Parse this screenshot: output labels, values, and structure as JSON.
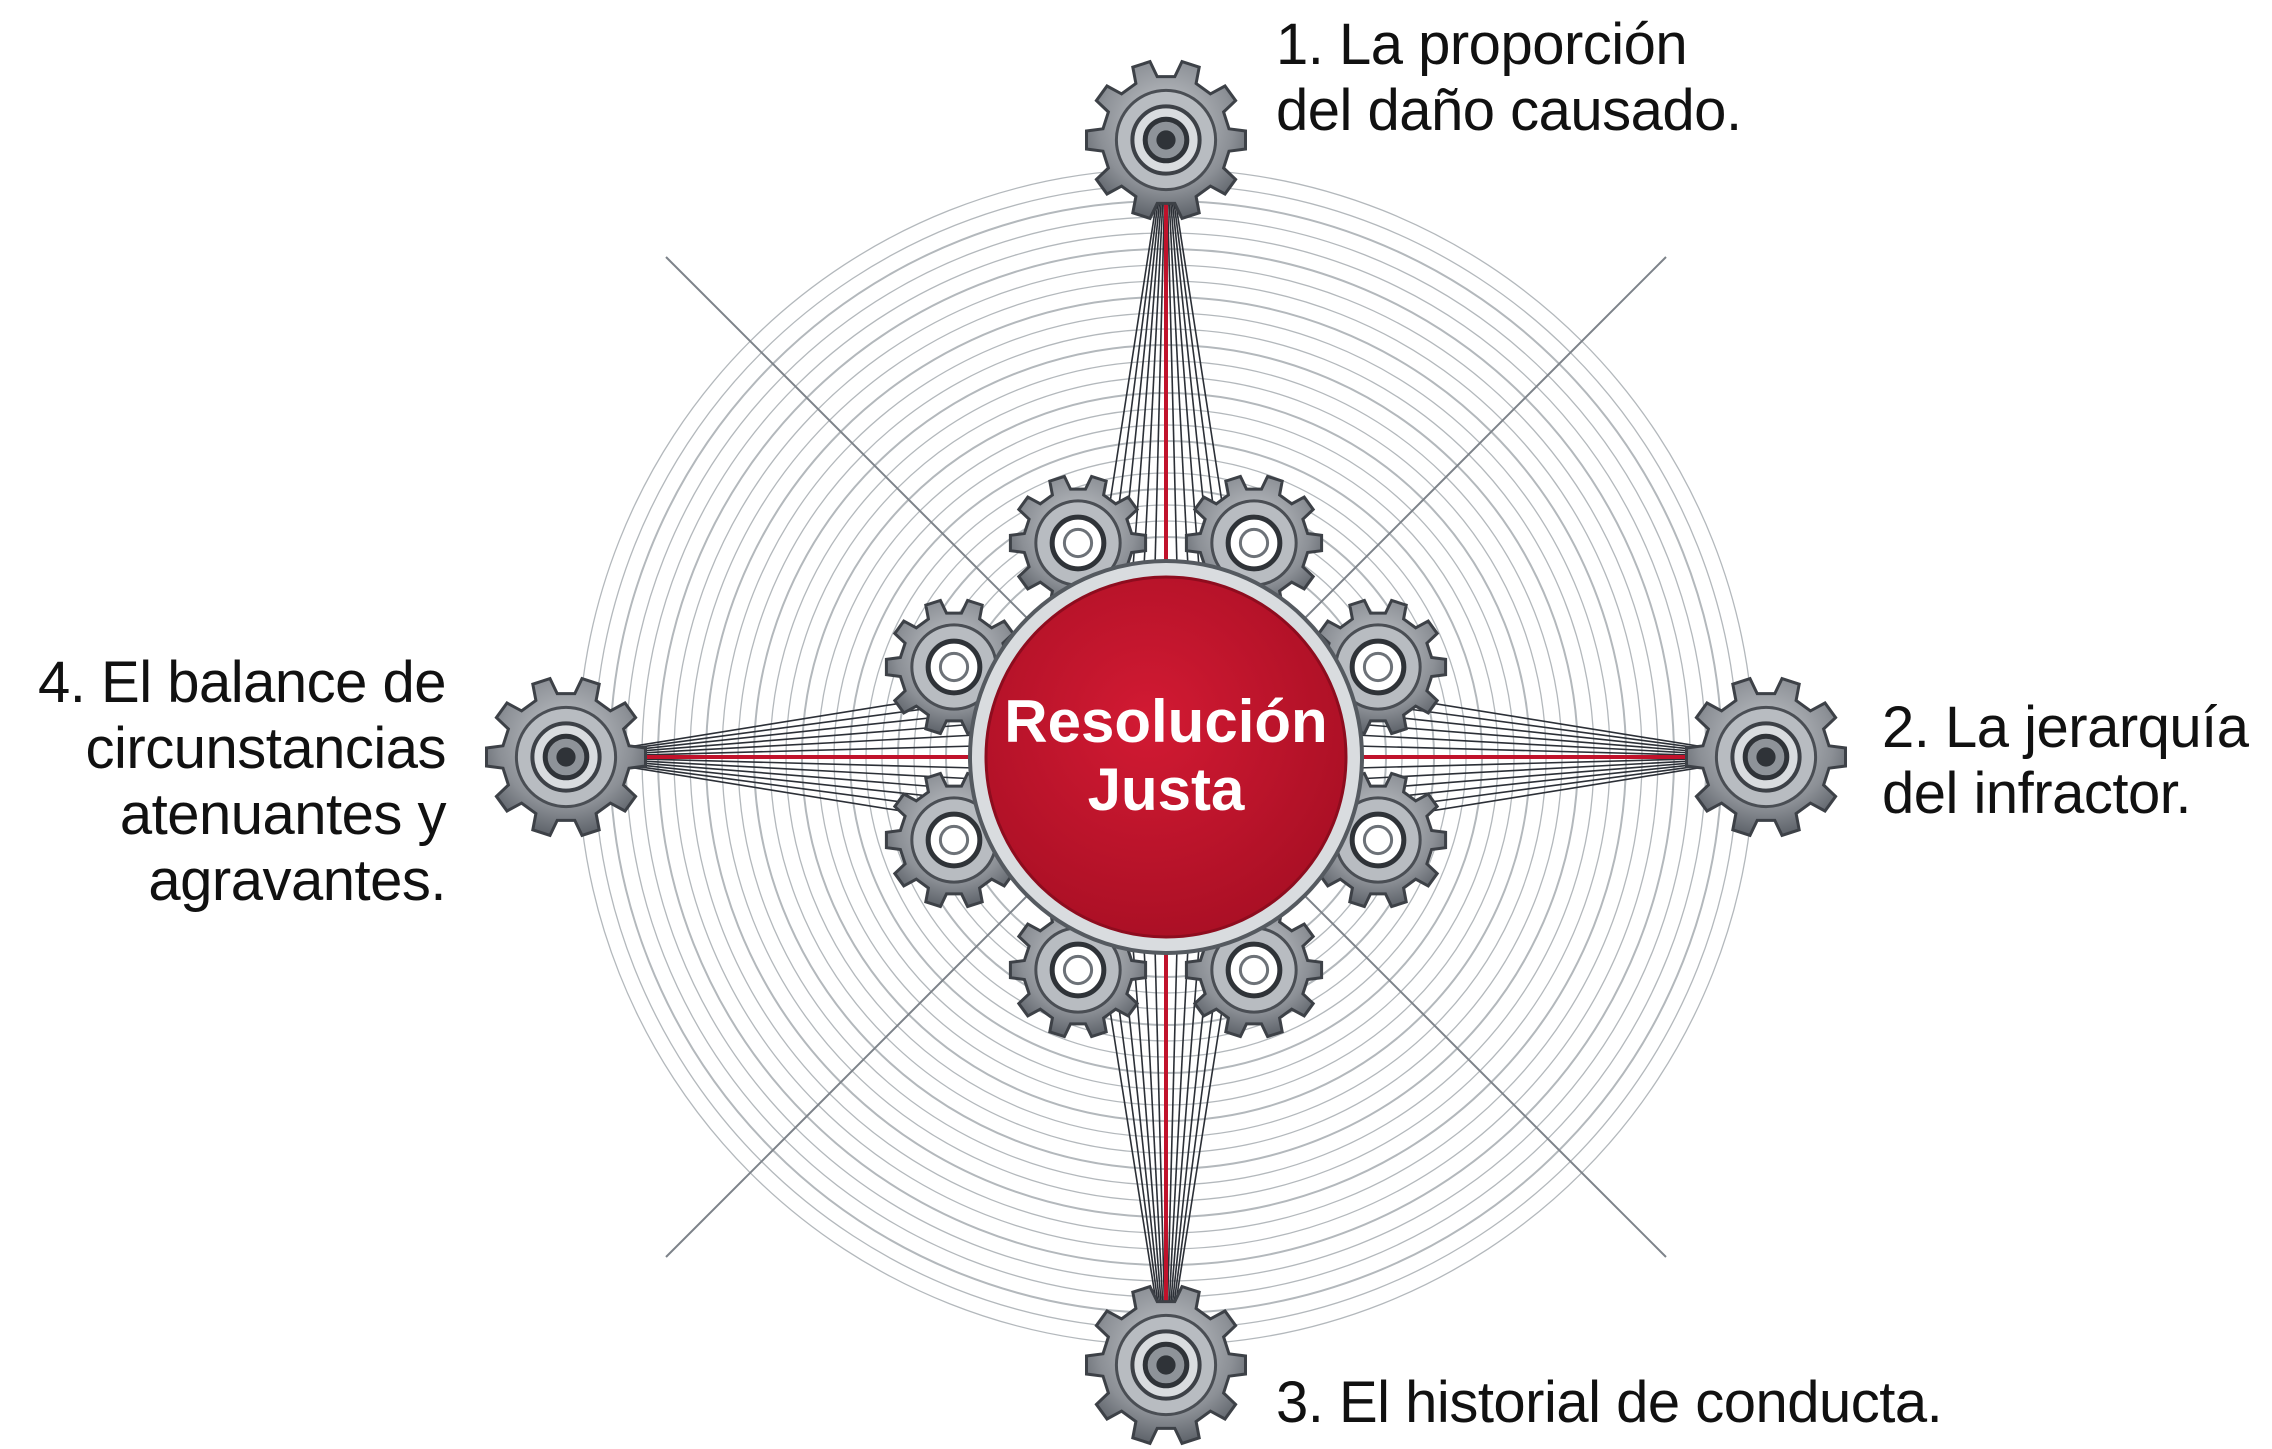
{
  "center": {
    "line1": "Resolución",
    "line2": "Justa"
  },
  "factors": [
    {
      "lines": [
        "1. La proporción",
        "del daño causado."
      ]
    },
    {
      "lines": [
        "2. La jerarquía",
        "del infractor."
      ]
    },
    {
      "lines": [
        "3. El historial de conducta."
      ]
    },
    {
      "lines": [
        "4. El balance de",
        "circunstancias",
        "atenuantes y",
        "agravantes."
      ]
    }
  ],
  "colors": {
    "accent": "#c0122b",
    "line": "#2b2f36",
    "ring": "#9aa0a6",
    "gear": "#8c9096"
  },
  "icons": [
    "gear-icon"
  ]
}
